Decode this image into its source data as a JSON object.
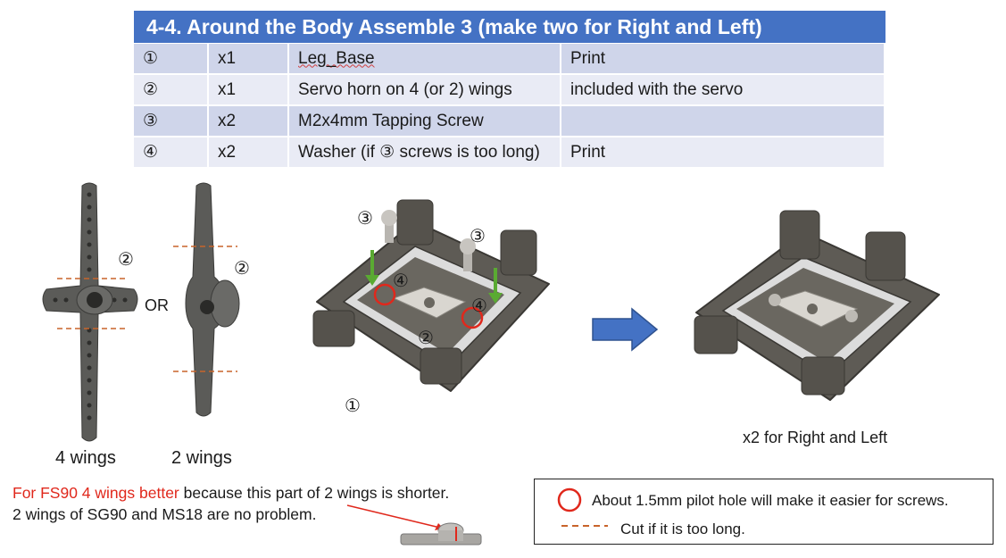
{
  "header": {
    "title": "4-4. Around the Body Assemble 3  (make two for Right and Left)"
  },
  "parts": [
    {
      "num": "①",
      "qty": "x1",
      "name": "Leg_Base",
      "note": "Print"
    },
    {
      "num": "②",
      "qty": "x1",
      "name": "Servo horn on 4 (or 2) wings",
      "note": "included with the servo"
    },
    {
      "num": "③",
      "qty": "x2",
      "name": "M2x4mm Tapping Screw",
      "note": ""
    },
    {
      "num": "④",
      "qty": "x2",
      "name": "Washer (if ③ screws is too long)",
      "note": "Print"
    }
  ],
  "figure": {
    "label_2a": "②",
    "label_2b": "②",
    "or": "OR",
    "wings4": "4 wings",
    "wings2": "2 wings",
    "label_3a": "③",
    "label_3b": "③",
    "label_4a": "④",
    "label_4b": "④",
    "label_2c": "②",
    "label_1": "①",
    "result": "x2 for Right and Left"
  },
  "note": {
    "red_part": "For FS90 4 wings better",
    "rest": " because this part of 2 wings is shorter.",
    "line2": "2 wings of SG90 and MS18 are no problem."
  },
  "legend": {
    "circle_text": "About 1.5mm pilot hole will make it easier for screws.",
    "dash_text": "Cut if it is too long."
  },
  "colors": {
    "header_bg": "#4472c4",
    "row_dark": "#cfd5ea",
    "row_light": "#e9ebf5",
    "accent_red": "#e0281c",
    "dash_orange": "#c8642a",
    "arrow_blue": "#4472c4",
    "green_arrow": "#5aaa32"
  }
}
